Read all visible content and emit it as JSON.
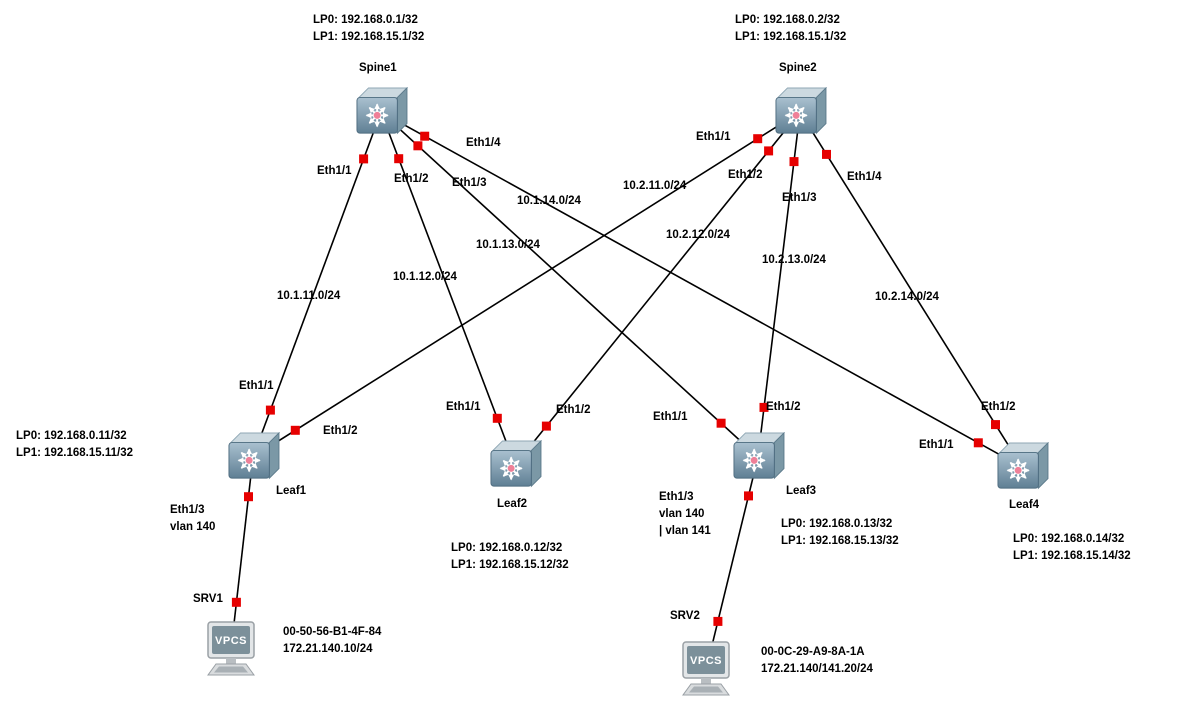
{
  "devices": {
    "spine1": {
      "name": "Spine1",
      "lp0": "LP0: 192.168.0.1/32",
      "lp1": "LP1: 192.168.15.1/32"
    },
    "spine2": {
      "name": "Spine2",
      "lp0": "LP0: 192.168.0.2/32",
      "lp1": "LP1: 192.168.15.1/32"
    },
    "leaf1": {
      "name": "Leaf1",
      "lp0": "LP0: 192.168.0.11/32",
      "lp1": "LP1: 192.168.15.11/32"
    },
    "leaf2": {
      "name": "Leaf2",
      "lp0": "LP0: 192.168.0.12/32",
      "lp1": "LP1: 192.168.15.12/32"
    },
    "leaf3": {
      "name": "Leaf3",
      "lp0": "LP0: 192.168.0.13/32",
      "lp1": "LP1: 192.168.15.13/32"
    },
    "leaf4": {
      "name": "Leaf4",
      "lp0": "LP0: 192.168.0.14/32",
      "lp1": "LP1: 192.168.15.14/32"
    },
    "srv1": {
      "name": "SRV1",
      "screen_text": "VPCS",
      "mac": "00-50-56-B1-4F-84",
      "ip": "172.21.140.10/24"
    },
    "srv2": {
      "name": "SRV2",
      "screen_text": "VPCS",
      "mac": "00-0C-29-A9-8A-1A",
      "ip": "172.21.140/141.20/24"
    }
  },
  "ports": {
    "spine1_eth1_1": "Eth1/1",
    "spine1_eth1_2": "Eth1/2",
    "spine1_eth1_3": "Eth1/3",
    "spine1_eth1_4": "Eth1/4",
    "spine2_eth1_1": "Eth1/1",
    "spine2_eth1_2": "Eth1/2",
    "spine2_eth1_3": "Eth1/3",
    "spine2_eth1_4": "Eth1/4",
    "leaf1_eth1_1": "Eth1/1",
    "leaf1_eth1_2": "Eth1/2",
    "leaf1_eth1_3": "Eth1/3",
    "leaf1_eth1_3_vlan": "vlan 140",
    "leaf2_eth1_1": "Eth1/1",
    "leaf2_eth1_2": "Eth1/2",
    "leaf3_eth1_1": "Eth1/1",
    "leaf3_eth1_2": "Eth1/2",
    "leaf3_eth1_3": "Eth1/3",
    "leaf3_eth1_3_vlan1": "vlan 140",
    "leaf3_eth1_3_vlan2": "| vlan 141",
    "leaf4_eth1_1": "Eth1/1",
    "leaf4_eth1_2": "Eth1/2"
  },
  "networks": {
    "spine1_leaf1": "10.1.11.0/24",
    "spine1_leaf2": "10.1.12.0/24",
    "spine1_leaf3": "10.1.13.0/24",
    "spine1_leaf4": "10.1.14.0/24",
    "spine2_leaf1": "10.2.11.0/24",
    "spine2_leaf2": "10.2.12.0/24",
    "spine2_leaf3": "10.2.13.0/24",
    "spine2_leaf4": "10.2.14.0/24"
  },
  "colors": {
    "link": "#000000",
    "port_status": "#e60000",
    "label_text": "#000000"
  }
}
